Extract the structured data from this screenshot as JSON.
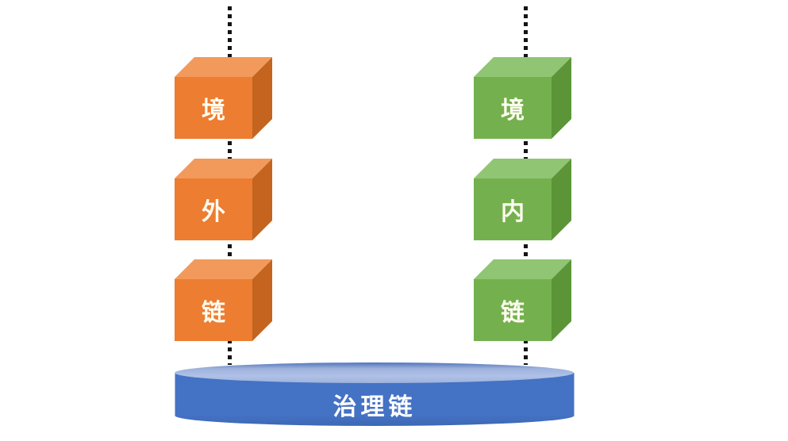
{
  "chains": [
    {
      "id": "left",
      "vertical_reading": "境外链",
      "cube_color": "#EC7D31",
      "cubes": [
        {
          "label": "境"
        },
        {
          "label": "外"
        },
        {
          "label": "链"
        }
      ]
    },
    {
      "id": "right",
      "vertical_reading": "境内链",
      "cube_color": "#74B14E",
      "cubes": [
        {
          "label": "境"
        },
        {
          "label": "内"
        },
        {
          "label": "链"
        }
      ]
    }
  ],
  "base": {
    "label": "治理链",
    "color": "#4472C4"
  },
  "connector": {
    "style": "dotted",
    "color": "#141414"
  },
  "colors": {
    "background": "#FFFFFF",
    "orange-front": "#EC7D31",
    "orange-top": "#F29A5C",
    "orange-side": "#C4641E",
    "green-front": "#74B14E",
    "green-top": "#90C573",
    "green-side": "#5B9538",
    "base-body": "#4472C4",
    "base-body-dark": "#3C68B4",
    "base-top-light": "#AFC1E6",
    "base-top-mid": "#9FB2DC",
    "base-top-dark": "#4F74BC",
    "connector": "#141414",
    "cube-label": "#FFFCF0",
    "base-label": "#FFFFFF"
  }
}
